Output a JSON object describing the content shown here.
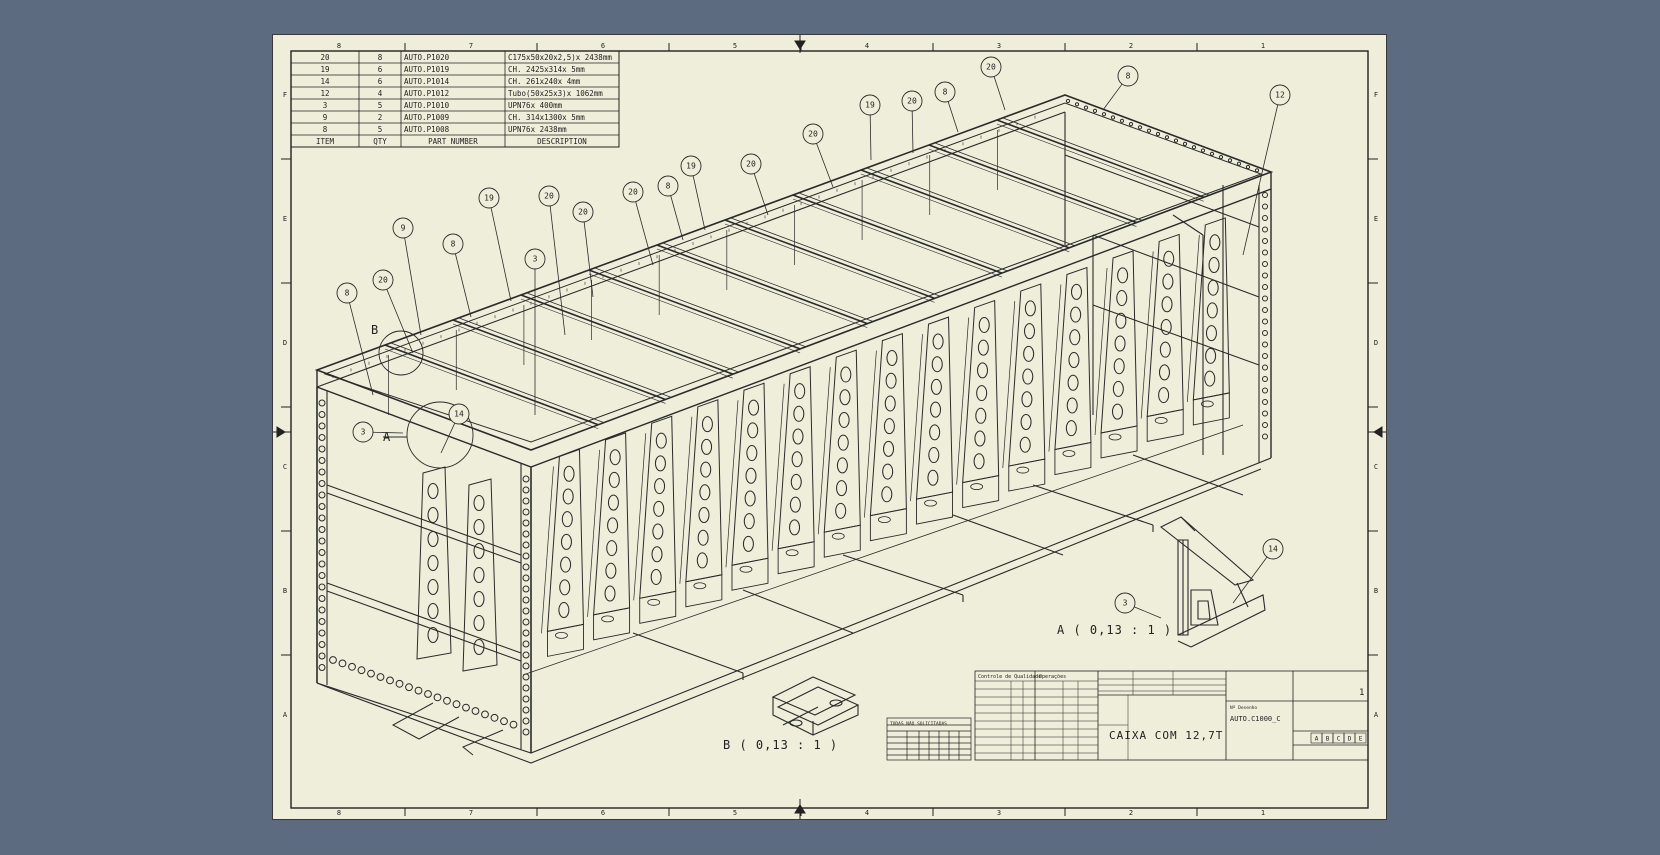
{
  "bom": {
    "headers": [
      "ITEM",
      "QTY",
      "PART NUMBER",
      "DESCRIPTION"
    ],
    "rows": [
      [
        "20",
        "8",
        "AUTO.P1020",
        "C175x50x20x2,5)x 2438mm"
      ],
      [
        "19",
        "6",
        "AUTO.P1019",
        "CH. 2425x314x 5mm"
      ],
      [
        "14",
        "6",
        "AUTO.P1014",
        "CH. 261x240x 4mm"
      ],
      [
        "12",
        "4",
        "AUTO.P1012",
        "Tubo(50x25x3)x 1062mm"
      ],
      [
        "3",
        "5",
        "AUTO.P1010",
        "UPN76x 400mm"
      ],
      [
        "9",
        "2",
        "AUTO.P1009",
        "CH. 314x1300x 5mm"
      ],
      [
        "8",
        "5",
        "AUTO.P1008",
        "UPN76x 2438mm"
      ]
    ]
  },
  "zones": {
    "columns": [
      "8",
      "7",
      "6",
      "5",
      "4",
      "3",
      "2",
      "1"
    ],
    "rows": [
      "F",
      "E",
      "D",
      "C",
      "B",
      "A"
    ]
  },
  "balloons": [
    "8",
    "20",
    "9",
    "8",
    "19",
    "20",
    "20",
    "3",
    "20",
    "8",
    "19",
    "20",
    "20",
    "19",
    "20",
    "8",
    "20",
    "8",
    "12",
    "14",
    "3",
    "3",
    "14"
  ],
  "detail_labels": {
    "b": "B",
    "a": "A"
  },
  "views": {
    "detail_a": "A ( 0,13 : 1 )",
    "detail_b": "B ( 0,13 : 1 )"
  },
  "title_block": {
    "drawing_title": "CAIXA COM 12,7T",
    "drawing_number": "AUTO.C1000_C",
    "sheet": "1",
    "sheet_label": "Nº Desenho",
    "cq_label": "Controle de Qualidade",
    "ops_label": "Operações",
    "notes_header": "TODAS NÃO SOLICITADAS",
    "revisions": [
      "A",
      "B",
      "C",
      "D",
      "E"
    ]
  }
}
